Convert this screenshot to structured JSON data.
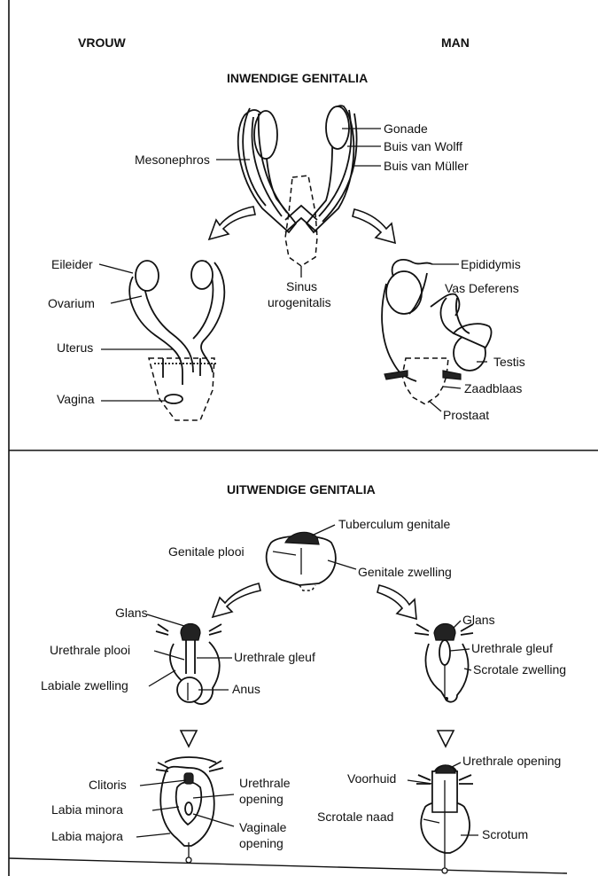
{
  "header": {
    "left": "VROUW",
    "right": "MAN"
  },
  "internal": {
    "title": "INWENDIGE GENITALIA",
    "top_labels": {
      "mesonephros": "Mesonephros",
      "gonade": "Gonade",
      "wolff": "Buis van Wolff",
      "muller": "Buis van Müller",
      "sinus_line1": "Sinus",
      "sinus_line2": "urogenitalis"
    },
    "female_labels": {
      "eileider": "Eileider",
      "ovarium": "Ovarium",
      "uterus": "Uterus",
      "vagina": "Vagina"
    },
    "male_labels": {
      "epididymis": "Epididymis",
      "vas_deferens": "Vas Deferens",
      "testis": "Testis",
      "zaadblaas": "Zaadblaas",
      "prostaat": "Prostaat"
    }
  },
  "external": {
    "title": "UITWENDIGE GENITALIA",
    "top_labels": {
      "tuberculum": "Tuberculum genitale",
      "plooi": "Genitale plooi",
      "zwelling": "Genitale zwelling"
    },
    "female_mid_labels": {
      "glans": "Glans",
      "urethrale_plooi": "Urethrale plooi",
      "urethrale_gleuf": "Urethrale gleuf",
      "labiale_zwelling": "Labiale zwelling",
      "anus": "Anus"
    },
    "male_mid_labels": {
      "glans": "Glans",
      "urethrale_gleuf": "Urethrale gleuf",
      "scrotale_zwelling": "Scrotale zwelling"
    },
    "female_bottom_labels": {
      "clitoris": "Clitoris",
      "labia_minora": "Labia minora",
      "labia_majora": "Labia majora",
      "urethrale_line1": "Urethrale",
      "urethrale_line2": "opening",
      "vaginale_line1": "Vaginale",
      "vaginale_line2": "opening"
    },
    "male_bottom_labels": {
      "urethrale_opening": "Urethrale opening",
      "voorhuid": "Voorhuid",
      "scrotale_naad": "Scrotale naad",
      "scrotum": "Scrotum"
    }
  }
}
